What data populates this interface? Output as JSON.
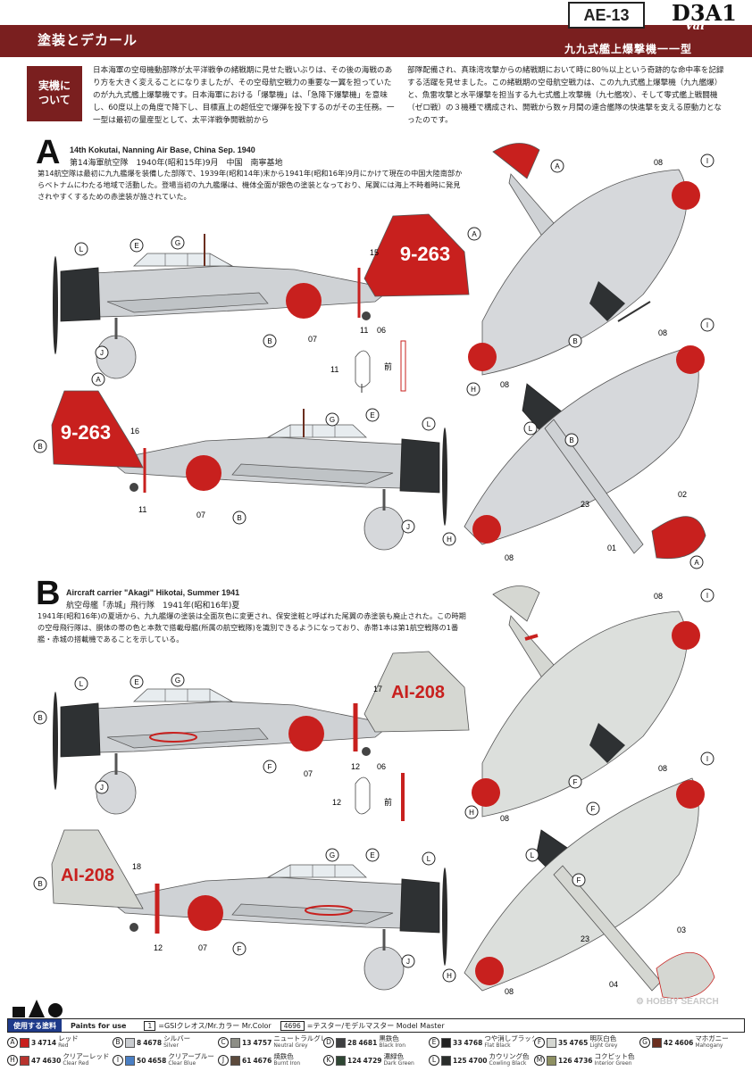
{
  "header": {
    "title": "塗装とデカール",
    "kit_code": "AE-13",
    "model": "D3A1",
    "nickname": "\"Val\"",
    "jp_model": "九九式艦上爆撃機一一型"
  },
  "about": {
    "tag_line1": "実機に",
    "tag_line2": "ついて",
    "text_left": "日本海軍の空母機動部隊が太平洋戦争の緒戦期に見せた戦いぶりは、その後の海戦のあり方を大きく変えることになりましたが、その空母航空戦力の重要な一翼を担っていたのが九九式艦上爆撃機です。日本海軍における「爆撃機」は、「急降下爆撃機」を意味し、60度以上の角度で降下し、目標直上の超低空で爆弾を投下するのがその主任務。一一型は最初の量産型として、太平洋戦争開戦前から",
    "text_right": "部隊配備され、真珠湾攻撃からの緒戦期において時に80％以上という奇跡的な命中率を記録する活躍を見せました。この緒戦期の空母航空戦力は、この九九式艦上爆撃機（九九艦爆）と、魚雷攻撃と水平爆撃を担当する九七式艦上攻撃機（九七艦攻）、そして零式艦上戦闘機（ゼロ戦）の３機種で構成され、開戦から数ヶ月間の連合艦隊の快進撃を支える原動力となったのです。"
  },
  "scheme_a": {
    "letter": "A",
    "title_en": "14th Kokutai, Nanning Air Base, China Sep. 1940",
    "title_jp": "第14海軍航空隊　1940年(昭和15年)9月　中国　南寧基地",
    "description": "第14航空隊は最初に九九艦爆を装備した部隊で、1939年(昭和14年)末から1941年(昭和16年)9月にかけて現在の中国大陸南部からベトナムにわたる地域で活動した。登場当初の九九艦爆は、機体全面が銀色の塗装となっており、尾翼には海上不時着時に発見されやすくするための赤塗装が施されていた。",
    "tail_code": "9-263",
    "front_label": "前"
  },
  "scheme_b": {
    "letter": "B",
    "title_en": "Aircraft carrier \"Akagi\" Hikotai, Summer 1941",
    "title_jp": "航空母艦「赤城」飛行隊　1941年(昭和16年)夏",
    "description": "1941年(昭和16年)の夏頃から、九九艦爆の塗装は全面灰色に変更され、保安塗粧と呼ばれた尾翼の赤塗装も廃止された。この時期の空母飛行隊は、胴体の帯の色と本数で搭載母艦(所属の航空戦隊)を識別できるようになっており、赤帯1本は第1航空戦隊の1番艦・赤城の搭載機であることを示している。",
    "tail_code": "AI-208",
    "front_label": "前"
  },
  "callouts": {
    "A": "A",
    "B": "B",
    "E": "E",
    "F": "F",
    "G": "G",
    "H": "H",
    "I": "I",
    "J": "J",
    "L": "L",
    "n01": "01",
    "n02": "02",
    "n03": "03",
    "n04": "04",
    "n06": "06",
    "n07": "07",
    "n08": "08",
    "n11": "11",
    "n12": "12",
    "n15": "15",
    "n16": "16",
    "n17": "17",
    "n18": "18",
    "n23": "23"
  },
  "footer": {
    "logo": "PLATZ",
    "watermark": "HOBBY SEARCH",
    "paints_label": "使用する塗料",
    "paints_en": "Paints for use",
    "legend": [
      {
        "box": "1",
        "text": "=GSIクレオス/Mr.カラー Mr.Color"
      },
      {
        "box": "4696",
        "text": "=テスター/モデルマスター Model Master"
      }
    ]
  },
  "paints": [
    {
      "letter": "A",
      "color": "#c8201e",
      "brand": "3",
      "code": "4714",
      "jp": "レッド",
      "en": "Red"
    },
    {
      "letter": "B",
      "color": "#c9ccd0",
      "brand": "8",
      "code": "4678",
      "jp": "シルバー",
      "en": "Silver"
    },
    {
      "letter": "C",
      "color": "#8d8e86",
      "brand": "13",
      "code": "4757",
      "jp": "ニュートラルグレー",
      "en": "Neutral Grey"
    },
    {
      "letter": "D",
      "color": "#3e3f41",
      "brand": "28",
      "code": "4681",
      "jp": "黒鉄色",
      "en": "Black Iron"
    },
    {
      "letter": "E",
      "color": "#222222",
      "brand": "33",
      "code": "4768",
      "jp": "つや消しブラック",
      "en": "Flat Black"
    },
    {
      "letter": "F",
      "color": "#d5d7d2",
      "brand": "35",
      "code": "4765",
      "jp": "明灰白色",
      "en": "Light Grey"
    },
    {
      "letter": "G",
      "color": "#6b2e1f",
      "brand": "42",
      "code": "4606",
      "jp": "マホガニー",
      "en": "Mahogany"
    },
    {
      "letter": "H",
      "color": "#b8332e",
      "brand": "47",
      "code": "4630",
      "jp": "クリアーレッド",
      "en": "Clear Red"
    },
    {
      "letter": "I",
      "color": "#4a7fc4",
      "brand": "50",
      "code": "4658",
      "jp": "クリアーブルー",
      "en": "Clear Blue"
    },
    {
      "letter": "J",
      "color": "#5c4a3c",
      "brand": "61",
      "code": "4676",
      "jp": "焼鉄色",
      "en": "Burnt Iron"
    },
    {
      "letter": "K",
      "color": "#2f4734",
      "brand": "124",
      "code": "4729",
      "jp": "濃緑色",
      "en": "Dark Green"
    },
    {
      "letter": "L",
      "color": "#2a2d2b",
      "brand": "125",
      "code": "4700",
      "jp": "カウリング色",
      "en": "Cowling Black"
    },
    {
      "letter": "M",
      "color": "#8e9062",
      "brand": "126",
      "code": "4736",
      "jp": "コクピット色",
      "en": "Interior Green"
    }
  ]
}
